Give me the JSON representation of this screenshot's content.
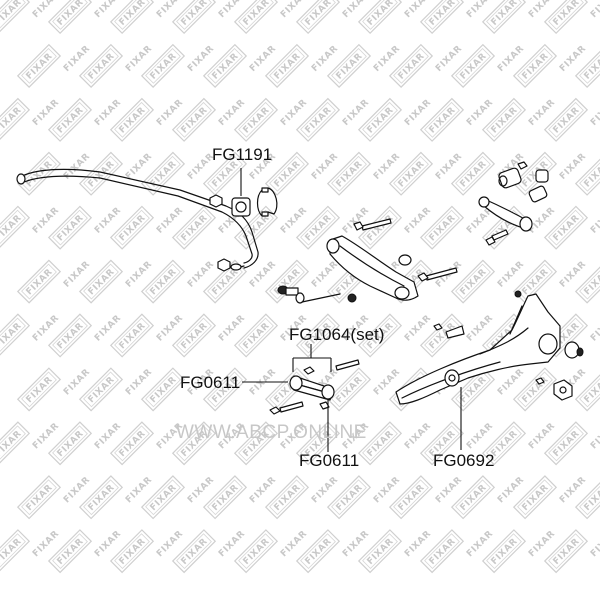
{
  "watermark": {
    "brand": "FIXAR",
    "site": "WWW.ABCP.ONLINE"
  },
  "labels": {
    "stabilizer_bushing": "FG1191",
    "lateral_link_set": "FG1064(set)",
    "link_bushing_left": "FG0611",
    "link_bushing_bottom": "FG0611",
    "trailing_arm_bushing": "FG0692"
  },
  "colors": {
    "ink": "#111111",
    "watermark": "#c8c8c8",
    "background": "#ffffff"
  }
}
